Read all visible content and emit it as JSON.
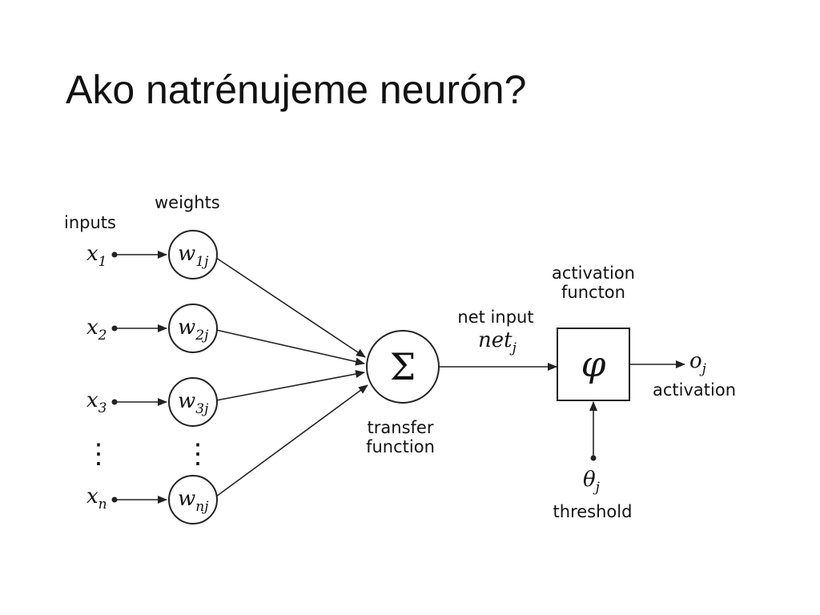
{
  "slide": {
    "title": "Ako natrénujeme neurón?"
  },
  "diagram": {
    "labels": {
      "inputs": "inputs",
      "weights": "weights",
      "net_input": "net input",
      "net_symbol": "net",
      "net_sub": "j",
      "activation_function_line1": "activation",
      "activation_function_line2": "functon",
      "transfer_function_line1": "transfer",
      "transfer_function_line2": "function",
      "output_symbol": "o",
      "output_sub": "j",
      "activation": "activation",
      "threshold_symbol": "θ",
      "threshold_sub": "j",
      "threshold": "threshold",
      "sum_symbol": "Σ",
      "phi_symbol": "φ",
      "ellipsis": "⋮"
    },
    "inputs": [
      {
        "symbol": "x",
        "sub": "1"
      },
      {
        "symbol": "x",
        "sub": "2"
      },
      {
        "symbol": "x",
        "sub": "3"
      },
      {
        "symbol": "x",
        "sub": "n"
      }
    ],
    "weights": [
      {
        "symbol": "w",
        "sub": "1j"
      },
      {
        "symbol": "w",
        "sub": "2j"
      },
      {
        "symbol": "w",
        "sub": "3j"
      },
      {
        "symbol": "w",
        "sub": "nj"
      }
    ]
  }
}
